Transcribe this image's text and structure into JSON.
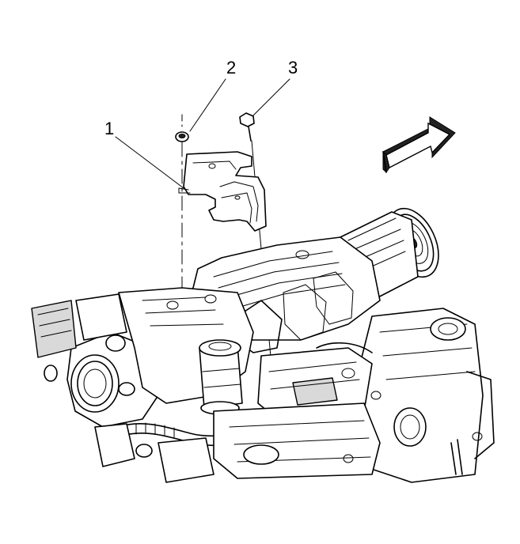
{
  "callouts": [
    {
      "id": "1",
      "label": "1"
    },
    {
      "id": "2",
      "label": "2"
    },
    {
      "id": "3",
      "label": "3"
    }
  ],
  "icons": {
    "direction_arrow": "front-direction-arrow-icon"
  }
}
